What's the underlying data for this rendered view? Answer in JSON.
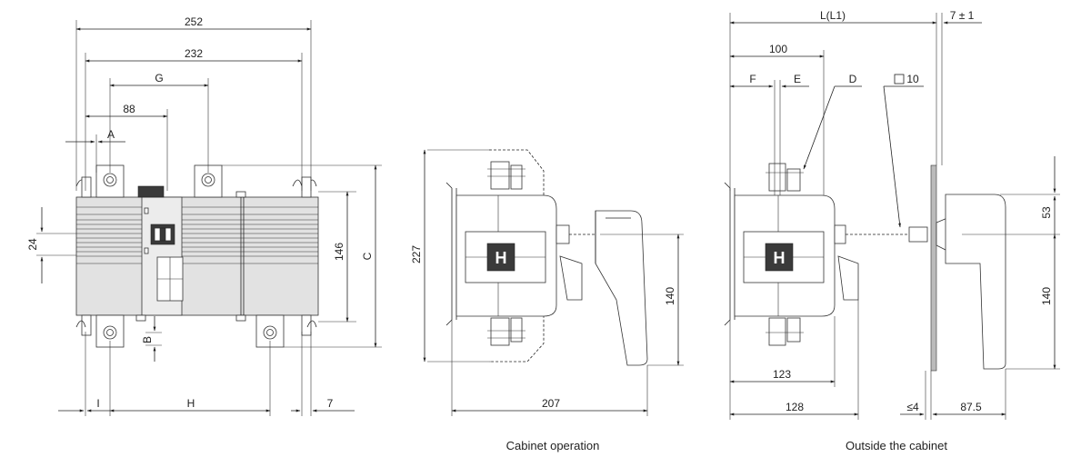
{
  "dims": {
    "front_252": "252",
    "front_232": "232",
    "front_G": "G",
    "front_88": "88",
    "front_A": "A",
    "front_24": "24",
    "front_146": "146",
    "front_C": "C",
    "front_B": "B",
    "front_I": "I",
    "front_H": "H",
    "front_7": "7",
    "cab_227": "227",
    "cab_140": "140",
    "cab_207": "207",
    "out_L": "L(L1)",
    "out_7pm1": "7 ± 1",
    "out_100": "100",
    "out_F": "F",
    "out_E": "E",
    "out_D": "D",
    "out_sq10": "10",
    "out_53": "53",
    "out_140": "140",
    "out_123": "123",
    "out_128": "128",
    "out_le4": "≤4",
    "out_87_5": "87.5"
  },
  "handle_glyph": "H",
  "captions": {
    "cabinet": "Cabinet operation",
    "outside": "Outside the cabinet"
  }
}
